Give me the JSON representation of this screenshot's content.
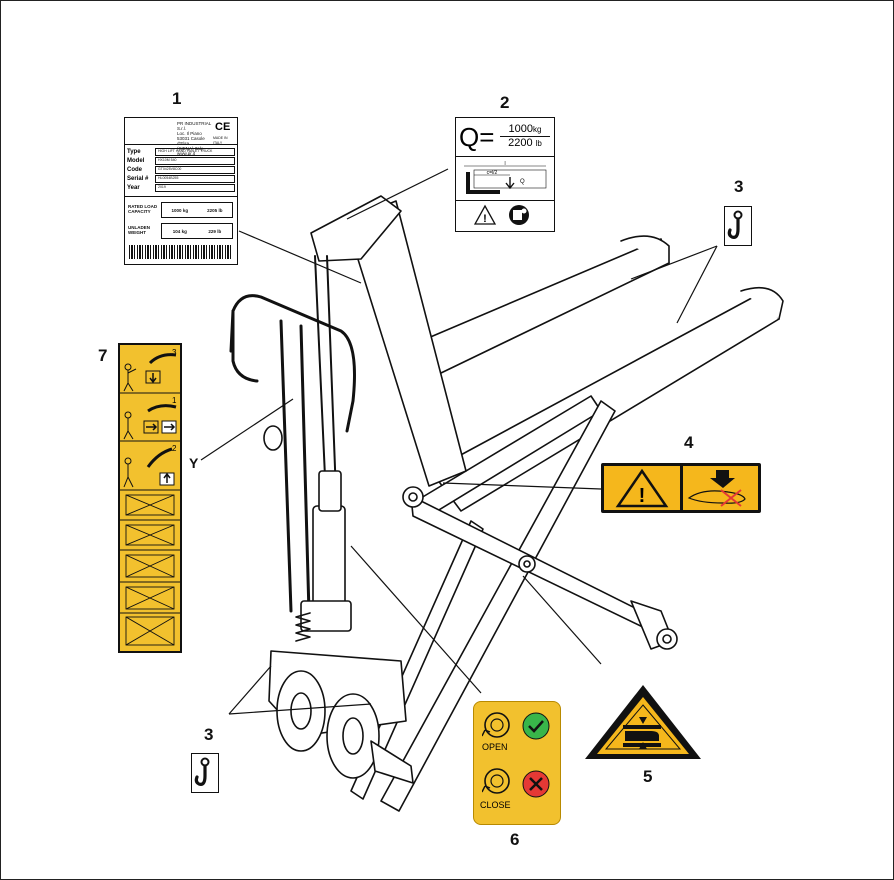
{
  "callouts": {
    "n1": "1",
    "n2": "2",
    "n3a": "3",
    "n3b": "3",
    "n4": "4",
    "n5": "5",
    "n6": "6",
    "n7": "7",
    "y": "Y"
  },
  "plate": {
    "company_lines": [
      "PR INDUSTRIAL S.r.l.",
      "Loc. Il Piano",
      "53031 Casole d'Elsa",
      "(SIENA) Italy",
      "www.pr.it"
    ],
    "ce_mark": "CE",
    "made_in": "MADE IN ITALY",
    "rows": [
      {
        "label": "Type",
        "value": "HIGH LIFT HAND PALLET TRUCK"
      },
      {
        "label": "Model",
        "value": "HX10M 540"
      },
      {
        "label": "Code",
        "value": "GT0425V8C00"
      },
      {
        "label": "Serial #",
        "value": "HL0054B255"
      },
      {
        "label": "Year",
        "value": "2019"
      }
    ],
    "rated_label": "RATED LOAD CAPACITY",
    "rated_kg": "1000",
    "rated_kg_unit": "kg",
    "rated_lb": "2205",
    "rated_lb_unit": "lb",
    "unladen_label": "UNLADEN WEIGHT",
    "unladen_kg": "104",
    "unladen_kg_unit": "kg",
    "unladen_lb": "229",
    "unladen_lb_unit": "lb"
  },
  "capacity": {
    "q": "Q",
    "eq": "=",
    "kg": "1000",
    "kg_unit": "kg",
    "lb": "2200",
    "lb_unit": "lb",
    "l_label": "l",
    "c_label": "c=l/2",
    "q_small": "Q"
  },
  "valve": {
    "open": "OPEN",
    "close": "CLOSE"
  },
  "colors": {
    "warning_yellow": "#f5b71c",
    "decal_yellow": "#f2c12e",
    "ok_green": "#39b54a",
    "no_red": "#e53935"
  }
}
